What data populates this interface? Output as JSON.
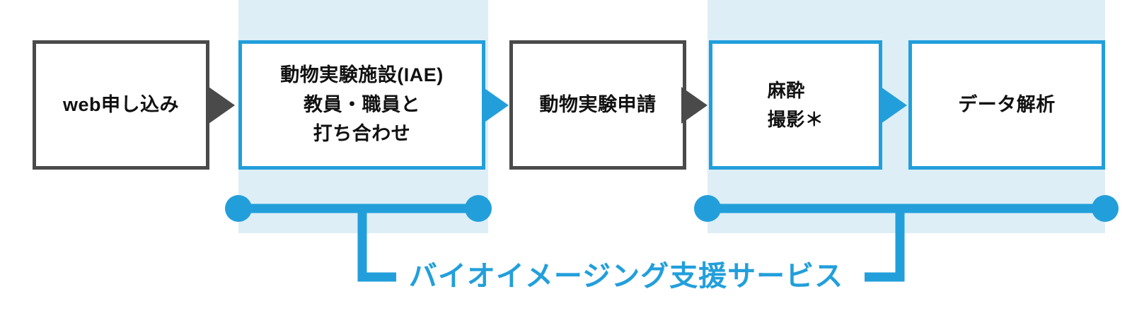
{
  "diagram": {
    "title_label": "バイオイメージング支援サービス",
    "colors": {
      "accent_blue": "#229FDB",
      "band_light_blue": "#DDEEF6",
      "dark_gray": "#4A4A4A",
      "text_black": "#111111",
      "background": "#FFFFFF"
    },
    "nodes": [
      {
        "id": "web-application",
        "style": "gray",
        "lines": [
          "web申し込み"
        ]
      },
      {
        "id": "iae-meeting",
        "style": "blue",
        "lines": [
          "動物実験施設(IAE)",
          "教員・職員と",
          "打ち合わせ"
        ]
      },
      {
        "id": "animal-experiment-application",
        "style": "gray",
        "lines": [
          "動物実験申請"
        ]
      },
      {
        "id": "anesthesia-imaging",
        "style": "blue",
        "lines": [
          "麻酔",
          "撮影＊"
        ]
      },
      {
        "id": "data-analysis",
        "style": "blue",
        "lines": [
          "データ解析"
        ]
      }
    ],
    "arrows": [
      {
        "id": "arrow-web-to-iae",
        "style": "gray"
      },
      {
        "id": "arrow-iae-to-application",
        "style": "blue"
      },
      {
        "id": "arrow-application-to-anesthesia",
        "style": "gray"
      },
      {
        "id": "arrow-anesthesia-to-analysis",
        "style": "blue"
      }
    ],
    "brackets": [
      {
        "id": "bracket-left",
        "endpoints": 2
      },
      {
        "id": "bracket-right",
        "endpoints": 2
      }
    ]
  }
}
